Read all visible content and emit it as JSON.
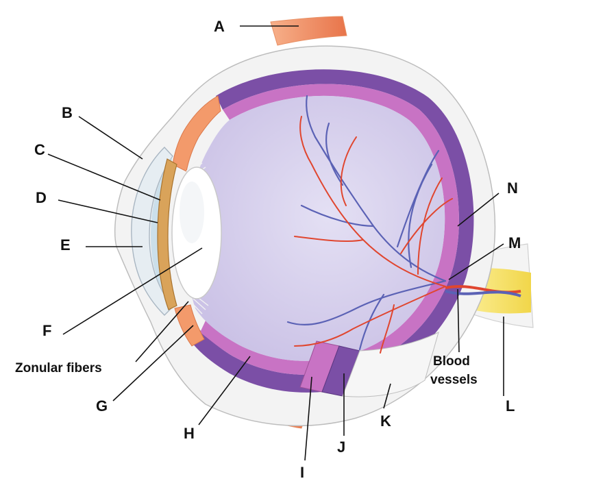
{
  "labels": {
    "A": "A",
    "B": "B",
    "C": "C",
    "D": "D",
    "E": "E",
    "F": "F",
    "zonular": "Zonular fibers",
    "G": "G",
    "H": "H",
    "I": "I",
    "J": "J",
    "K": "K",
    "blood1": "Blood",
    "blood2": "vessels",
    "L": "L",
    "M": "M",
    "N": "N"
  },
  "colors": {
    "vitreous": "#d9d3ef",
    "choroid": "#7b4fa6",
    "retina": "#c873c4",
    "sclera": "#f2f2f2",
    "muscle": "#f08a5d",
    "iris": "#d9a35a",
    "lens": "#ffffff",
    "nerve": "#f3e06a",
    "artery": "#e0462f",
    "vein": "#5b62b5"
  }
}
